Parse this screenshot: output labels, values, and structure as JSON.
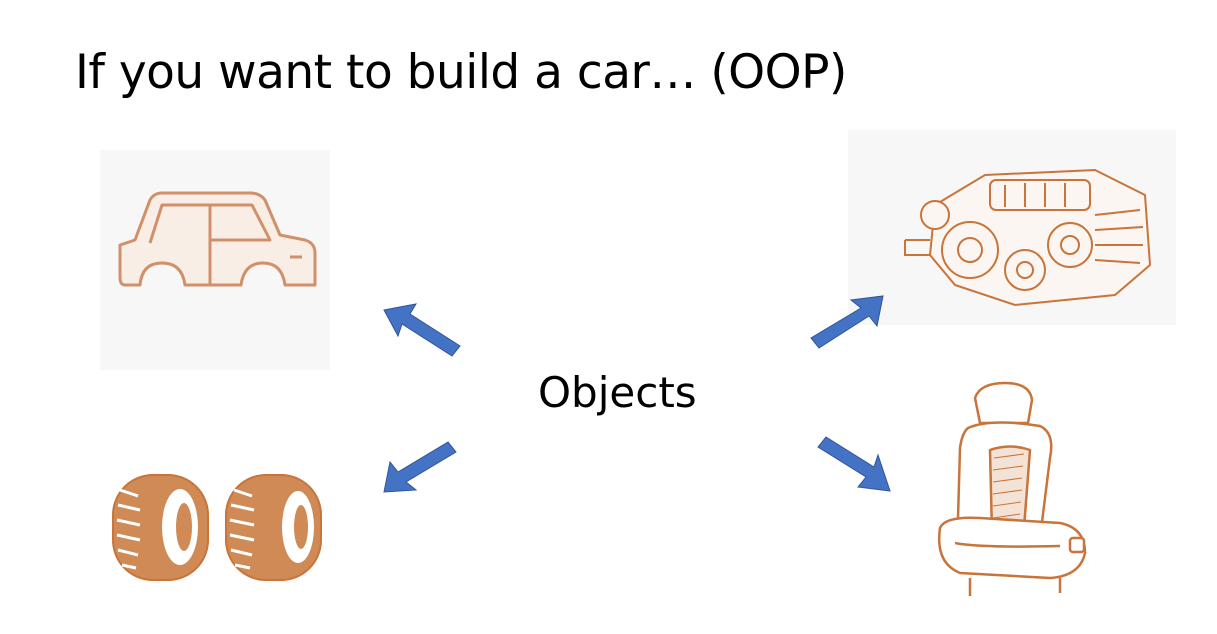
{
  "title": "If you want to build a car… (OOP)",
  "center_label": "Objects",
  "objects": [
    {
      "name": "car body",
      "icon": "car-body-icon"
    },
    {
      "name": "engine",
      "icon": "engine-icon"
    },
    {
      "name": "tires",
      "icon": "tires-icon"
    },
    {
      "name": "seat",
      "icon": "seat-icon"
    }
  ],
  "colors": {
    "arrow": "#4472C4",
    "illustration": "#C8743A",
    "illustration_fill": "#D08A55"
  }
}
